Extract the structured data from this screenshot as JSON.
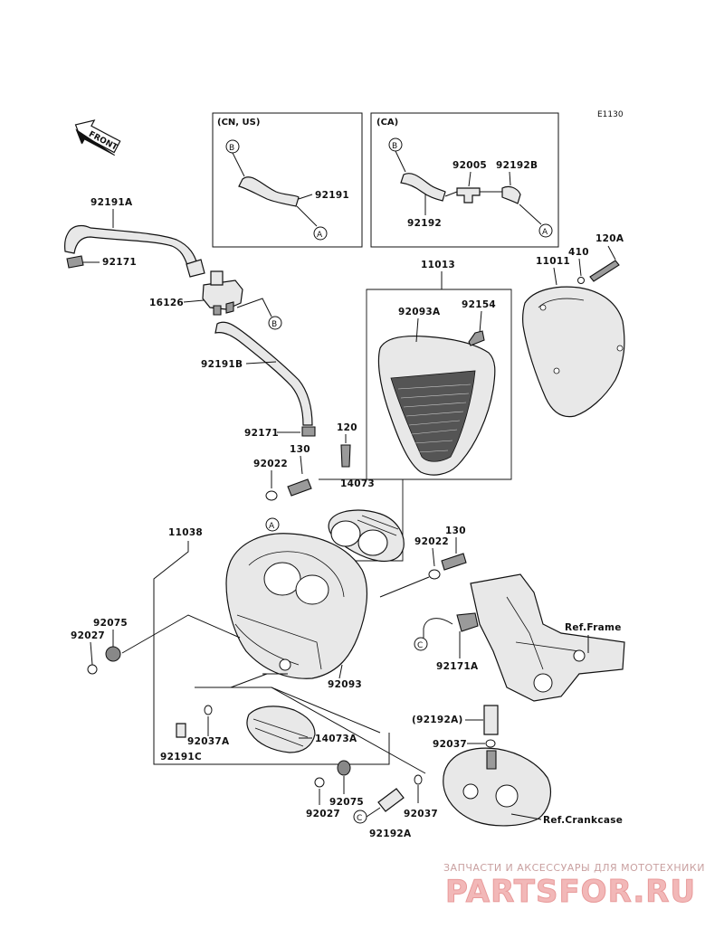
{
  "diagram": {
    "code": "E1130",
    "front_label": "FRONT",
    "boxes": {
      "cn_us": "(CN, US)",
      "ca": "(CA)"
    },
    "refs": {
      "a": "A",
      "b": "B",
      "c": "C"
    },
    "labels": {
      "p11013": "11013",
      "p11011": "11011",
      "p410": "410",
      "p120a": "120A",
      "p92093a": "92093A",
      "p92154": "92154",
      "p92191a": "92191A",
      "p92171_top": "92171",
      "p16126": "16126",
      "p92191b": "92191B",
      "p92171_mid": "92171",
      "p120": "120",
      "p130_top": "130",
      "p92022_top": "92022",
      "p14073": "14073",
      "p11038": "11038",
      "p130_right": "130",
      "p92022_right": "92022",
      "p92075_left": "92075",
      "p92027_left": "92027",
      "p92093": "92093",
      "p92037a": "92037A",
      "p14073a": "14073A",
      "p92191c": "92191C",
      "p92027_bottom": "92027",
      "p92075_bottom": "92075",
      "p92037_bottom": "92037",
      "p92192a_bottom": "92192A",
      "p92192a_paren": "(92192A)",
      "p92037_right": "92037",
      "p92171a": "92171A",
      "ref_frame": "Ref.Frame",
      "ref_crankcase": "Ref.Crankcase",
      "p92191": "92191",
      "p92005": "92005",
      "p92192b": "92192B",
      "p92192": "92192"
    }
  },
  "watermark": {
    "tagline": "ЗАПЧАСТИ И АКСЕССУАРЫ ДЛЯ МОТОТЕХНИКИ",
    "brand": "PARTSFOR.RU"
  }
}
